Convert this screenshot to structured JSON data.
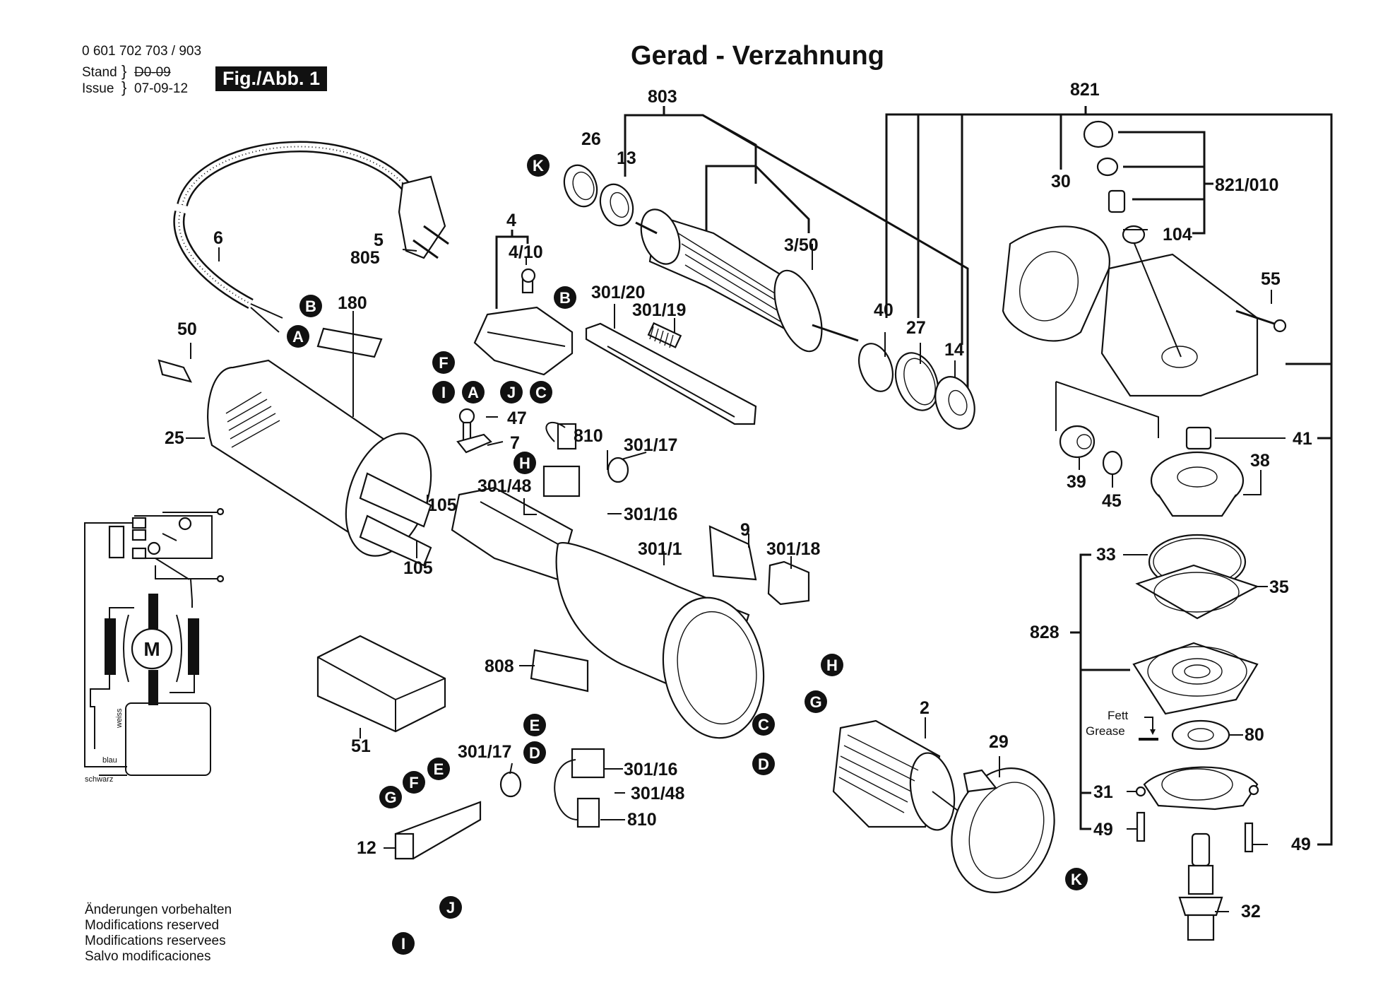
{
  "header": {
    "part_number": "0 601 702 703 / 903",
    "stand_label": "Stand",
    "issue_label": "Issue",
    "stand_date_struck": "D0-09",
    "issue_date": "07-09-12",
    "figure_label": "Fig./Abb. 1",
    "title": "Gerad - Verzahnung"
  },
  "footer": {
    "lines": [
      "Änderungen vorbehalten",
      "Modifications reserved",
      "Modifications reservees",
      "Salvo modificaciones"
    ]
  },
  "wiring_diagram": {
    "motor_label": "M",
    "wire_labels": {
      "white": "weiss",
      "blue": "blau",
      "black": "schwarz"
    }
  },
  "grease_note": {
    "de": "Fett",
    "en": "Grease"
  },
  "part_labels": {
    "p803": "803",
    "p821": "821",
    "p26": "26",
    "p13": "13",
    "p30": "30",
    "p821_010": "821/010",
    "p104": "104",
    "p6": "6",
    "p5": "5",
    "p805": "805",
    "p4": "4",
    "p4_10": "4/10",
    "p3_50": "3/50",
    "p301_20": "301/20",
    "p301_19": "301/19",
    "p55": "55",
    "p180": "180",
    "p50": "50",
    "p40": "40",
    "p27": "27",
    "p14": "14",
    "p25": "25",
    "p47": "47",
    "p7": "7",
    "p810a": "810",
    "p301_17a": "301/17",
    "p301_48a": "301/48",
    "p301_16a": "301/16",
    "p105a": "105",
    "p105b": "105",
    "p41": "41",
    "p39": "39",
    "p45": "45",
    "p38": "38",
    "p9": "9",
    "p301_1": "301/1",
    "p301_18": "301/18",
    "p33": "33",
    "p35": "35",
    "p828": "828",
    "p808": "808",
    "p2": "2",
    "p29": "29",
    "p80": "80",
    "p51": "51",
    "p301_17b": "301/17",
    "p301_16b": "301/16",
    "p301_48b": "301/48",
    "p810b": "810",
    "p31": "31",
    "p49a": "49",
    "p49b": "49",
    "p12": "12",
    "p32": "32"
  },
  "connector_markers": {
    "K_top": "K",
    "B_cord": "B",
    "A_cord": "A",
    "B_brush": "B",
    "F_brush": "F",
    "I_brush": "I",
    "A_brush": "A",
    "J_brush": "J",
    "C_brush": "C",
    "H_top": "H",
    "E_bot": "E",
    "D_bot": "D",
    "H_field": "H",
    "G_field": "G",
    "C_field": "C",
    "D_field": "D",
    "G_sw": "G",
    "F_sw": "F",
    "E_sw": "E",
    "J_bot": "J",
    "K_bot": "K",
    "I_bot": "I"
  }
}
